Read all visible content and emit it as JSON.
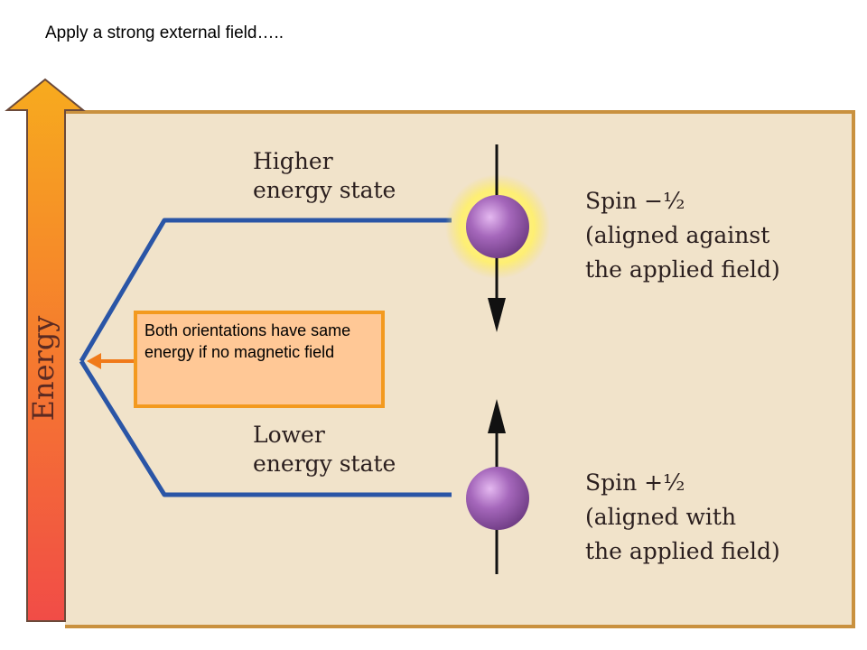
{
  "heading": "Apply a strong external field…..",
  "axis_label": "Energy",
  "higher_state": {
    "line1": "Higher",
    "line2": "energy state"
  },
  "lower_state": {
    "line1": "Lower",
    "line2": "energy state"
  },
  "spin_minus": {
    "line1": "Spin −¹⁄₂",
    "line2": "(aligned against",
    "line3": "the applied field)"
  },
  "spin_plus": {
    "line1": "Spin +¹⁄₂",
    "line2": "(aligned with",
    "line3": "the applied field)"
  },
  "callout": {
    "text": "Both orientations have same energy if no magnetic field"
  },
  "colors": {
    "panel_bg": "#f1e3ca",
    "panel_border": "#c9913f",
    "level_line": "#2a55a6",
    "callout_bg": "#ffc896",
    "callout_border": "#f39a1f",
    "arrow_top": "#f5a21c",
    "arrow_bottom": "#f04a4a",
    "particle": "#a265b8",
    "glow": "#fff27a"
  }
}
